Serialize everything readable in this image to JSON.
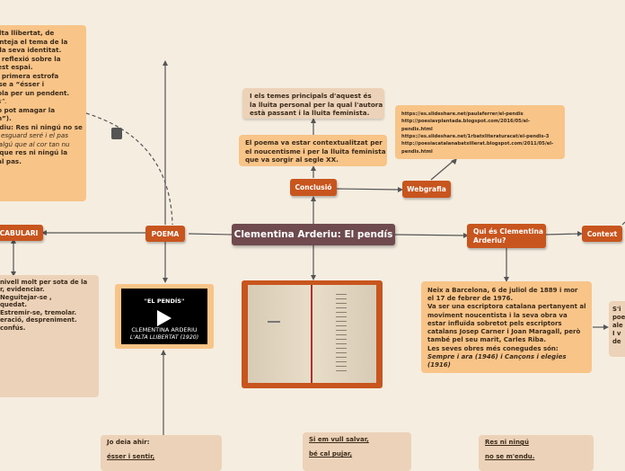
{
  "central": {
    "title": "Clementina Arderiu: El pendís"
  },
  "nodes": {
    "poema": "POEMA",
    "conclusio": "Conclusió",
    "webgrafia": "Webgrafia",
    "qui_es": "Qui és Clementina\nArderiu?",
    "context": "Context",
    "vocabulari": "CABULARI"
  },
  "left_top_note": [
    "'alta llibertat, de",
    "lanteja el tema de la",
    "a la seva identitat.",
    "",
    "la reflexió sobre la",
    "uest espai.",
    "",
    "la primera estrofa",
    "r-se a “ésser i",
    "",
    "dola per un pendent.",
    "sis”.",
    "",
    "no pot amagar la",
    "on”).",
    "",
    "a diu: Res ni ningú no se",
    "e, esguard seré i el pas",
    "d'algú que al cor tan nu",
    "a que res ni ningú la",
    "nal pas."
  ],
  "themes_note": "I els temes principals d'aquest és\nla lluita personal per la qual l'autora\nestà passant i la lluita feminista.",
  "conclusion_note": "El poema va estar contextualitzat per\nel noucentisme i per la lluita feminista\nque va sorgir al segle XX.",
  "webgrafia_links": [
    "https://es.slideshare.net/paulaferrer/el-pendis",
    "http://poesiavplantada.blogspot.com/2016/05/el-",
    "pendis.html",
    "https://es.slideshare.net/1rbatxliteraturacat/el-pendis-3",
    "http://poesiacatalanabatxillerat.blogspot.com/2011/05/el-",
    "pendis.html"
  ],
  "bio_note": [
    "Neix a Barcelona, 6 de juliol de 1889 i mor",
    "el 17 de febrer de 1976.",
    "",
    "Va ser una escriptora catalana pertanyent al",
    "moviment noucentista i la seva obra va",
    "estar influïda sobretot pels escriptors",
    "catalans Josep Carner i Joan Maragall, però",
    "també pel seu marit, Carles Riba.",
    "Les seves obres més conegudes són:"
  ],
  "bio_works": "Sempre i ara (1946) i Cançons i elegies\n(1916)",
  "vocab_note": [
    "nivell molt per sota de la",
    "",
    "r, evidenciar.",
    "",
    "Neguitejar-se ,",
    "",
    "",
    "quedat.",
    "",
    "Estremir-se, tremolar.",
    "",
    "eració, despreniment.",
    "",
    "confús."
  ],
  "right_edge_note": [
    "S'i",
    "poe",
    "ale",
    "",
    "I v",
    "de"
  ],
  "bottom_note_1": {
    "l1": "Jo deia ahir:",
    "l2": "ésser i sentir,"
  },
  "bottom_note_2": {
    "l1": "Si em vull salvar,",
    "l2": "bé cal pujar,"
  },
  "bottom_note_3": {
    "l1": "Res ni ningú",
    "l2": "no se m'endu."
  },
  "video": {
    "title": "\"EL PENDÍS\"",
    "author": "CLEMENTINA ARDERIU",
    "book": "L'ALTA LLIBERTAT (1920)"
  },
  "colors": {
    "node": "#c8551e",
    "central": "#6f4a4e",
    "orange_note": "#f8c488",
    "beige_note": "#ecd2b8",
    "background": "#f5ede0"
  }
}
